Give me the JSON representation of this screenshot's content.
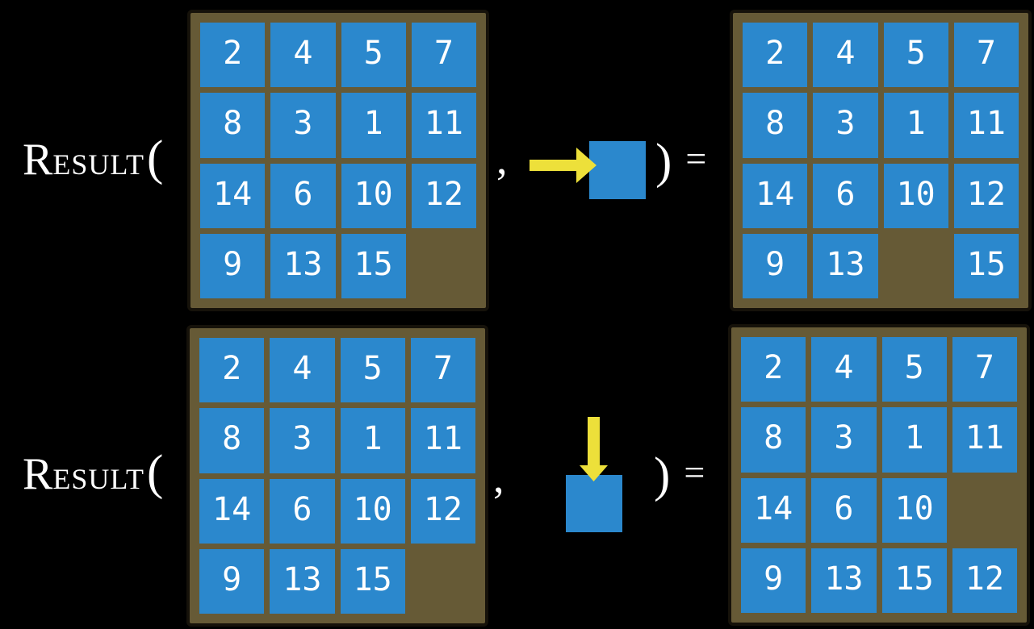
{
  "colors": {
    "background": "#000000",
    "board": "#665A36",
    "board_border": "#16120A",
    "tile": "#2B88CD",
    "tile_number": "#FFFFFF",
    "arrow": "#EDE03A",
    "label_text": "#FFFFFF"
  },
  "rows": [
    {
      "label": {
        "cap": "R",
        "rest": "ESULT",
        "open_paren": "("
      },
      "comma": ",",
      "close_paren": ")",
      "equals": "=",
      "move_icon": "right-arrow",
      "input_grid": [
        [
          "2",
          "4",
          "5",
          "7"
        ],
        [
          "8",
          "3",
          "1",
          "11"
        ],
        [
          "14",
          "6",
          "10",
          "12"
        ],
        [
          "9",
          "13",
          "15",
          ""
        ]
      ],
      "output_grid": [
        [
          "2",
          "4",
          "5",
          "7"
        ],
        [
          "8",
          "3",
          "1",
          "11"
        ],
        [
          "14",
          "6",
          "10",
          "12"
        ],
        [
          "9",
          "13",
          "",
          "15"
        ]
      ]
    },
    {
      "label": {
        "cap": "R",
        "rest": "ESULT",
        "open_paren": "("
      },
      "comma": ",",
      "close_paren": ")",
      "equals": "=",
      "move_icon": "down-arrow",
      "input_grid": [
        [
          "2",
          "4",
          "5",
          "7"
        ],
        [
          "8",
          "3",
          "1",
          "11"
        ],
        [
          "14",
          "6",
          "10",
          "12"
        ],
        [
          "9",
          "13",
          "15",
          ""
        ]
      ],
      "output_grid": [
        [
          "2",
          "4",
          "5",
          "7"
        ],
        [
          "8",
          "3",
          "1",
          "11"
        ],
        [
          "14",
          "6",
          "10",
          ""
        ],
        [
          "9",
          "13",
          "15",
          "12"
        ]
      ]
    }
  ]
}
